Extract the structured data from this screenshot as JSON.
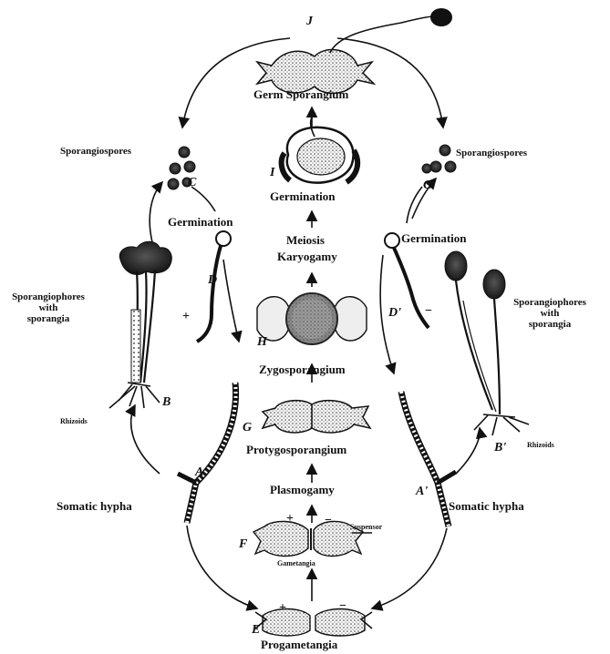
{
  "letters": {
    "A": "A",
    "A_prime": "A'",
    "B": "B",
    "B_prime": "B'",
    "C": "C",
    "C_prime": "C'",
    "D": "D",
    "D_prime": "D'",
    "E": "E",
    "F": "F",
    "G": "G",
    "H": "H",
    "I": "I",
    "J": "J"
  },
  "center": {
    "germ_sporangium": "Germ Sporangium",
    "germination": "Germination",
    "meiosis": "Meiosis",
    "karyogamy": "Karyogamy",
    "zygosporangium": "Zygosporangium",
    "protozygosporangium": "Protygosporangium",
    "plasmogamy": "Plasmogamy",
    "gametangia": "Gametangia",
    "suspensor": "Suspensor",
    "progametangia": "Progametangia"
  },
  "left": {
    "sporangiospores": "Sporangiospores",
    "germination": "Germination",
    "sporangiophores_line1": "Sporangiophores",
    "sporangiophores_line2": "with",
    "sporangiophores_line3": "sporangia",
    "rhizoids": "Rhizoids",
    "somatic_hypha": "Somatic hypha",
    "mating_sign": "+"
  },
  "right": {
    "sporangiospores": "Sporangiospores",
    "germination": "Germination",
    "sporangiophores_line1": "Sporangiophores",
    "sporangiophores_line2": "with",
    "sporangiophores_line3": "sporangia",
    "rhizoids": "Rhizoids",
    "somatic_hypha": "Somatic hypha",
    "mating_sign": "−"
  },
  "gamete_signs": {
    "plus": "+",
    "minus": "−"
  }
}
